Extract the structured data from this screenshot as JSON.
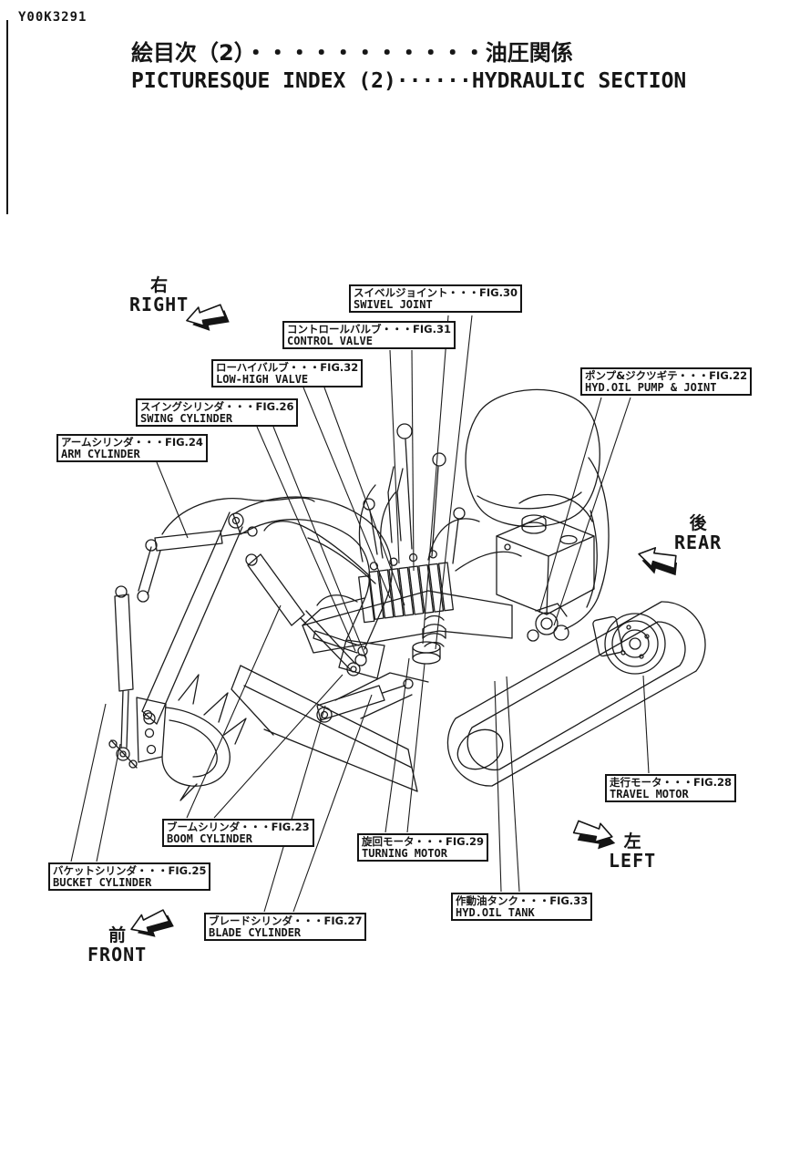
{
  "page": {
    "doc_code": "Y00K3291",
    "title_jp": "絵目次（2）・・・・・・・・・・・油圧関係",
    "title_en": "PICTURESQUE INDEX (2)······HYDRAULIC SECTION"
  },
  "directions": {
    "right": {
      "jp": "右",
      "en": "RIGHT"
    },
    "rear": {
      "jp": "後",
      "en": "REAR"
    },
    "left": {
      "jp": "左",
      "en": "LEFT"
    },
    "front": {
      "jp": "前",
      "en": "FRONT"
    }
  },
  "callouts": [
    {
      "id": "swivel-joint",
      "jp": "スイベルジョイント・・・FIG.30",
      "en": "SWIVEL JOINT",
      "fig": "FIG.30"
    },
    {
      "id": "control-valve",
      "jp": "コントロールバルブ・・・FIG.31",
      "en": "CONTROL VALVE",
      "fig": "FIG.31"
    },
    {
      "id": "low-high-valve",
      "jp": "ローハイバルブ・・・FIG.32",
      "en": "LOW-HIGH VALVE",
      "fig": "FIG.32"
    },
    {
      "id": "swing-cylinder",
      "jp": "スイングシリンダ・・・FIG.26",
      "en": "SWING CYLINDER",
      "fig": "FIG.26"
    },
    {
      "id": "arm-cylinder",
      "jp": "アームシリンダ・・・FIG.24",
      "en": "ARM CYLINDER",
      "fig": "FIG.24"
    },
    {
      "id": "hyd-oil-pump-joint",
      "jp": "ポンプ&ジクツギテ・・・FIG.22",
      "en": "HYD.OIL PUMP & JOINT",
      "fig": "FIG.22"
    },
    {
      "id": "travel-motor",
      "jp": "走行モータ・・・FIG.28",
      "en": "TRAVEL MOTOR",
      "fig": "FIG.28"
    },
    {
      "id": "turning-motor",
      "jp": "旋回モータ・・・FIG.29",
      "en": "TURNING MOTOR",
      "fig": "FIG.29"
    },
    {
      "id": "hyd-oil-tank",
      "jp": "作動油タンク・・・FIG.33",
      "en": "HYD.OIL TANK",
      "fig": "FIG.33"
    },
    {
      "id": "boom-cylinder",
      "jp": "ブームシリンダ・・・FIG.23",
      "en": "BOOM CYLINDER",
      "fig": "FIG.23"
    },
    {
      "id": "bucket-cylinder",
      "jp": "バケットシリンダ・・・FIG.25",
      "en": "BUCKET CYLINDER",
      "fig": "FIG.25"
    },
    {
      "id": "blade-cylinder",
      "jp": "ブレードシリンダ・・・FIG.27",
      "en": "BLADE CYLINDER",
      "fig": "FIG.27"
    }
  ],
  "colors": {
    "ink": "#161616",
    "paper": "#ffffff"
  }
}
